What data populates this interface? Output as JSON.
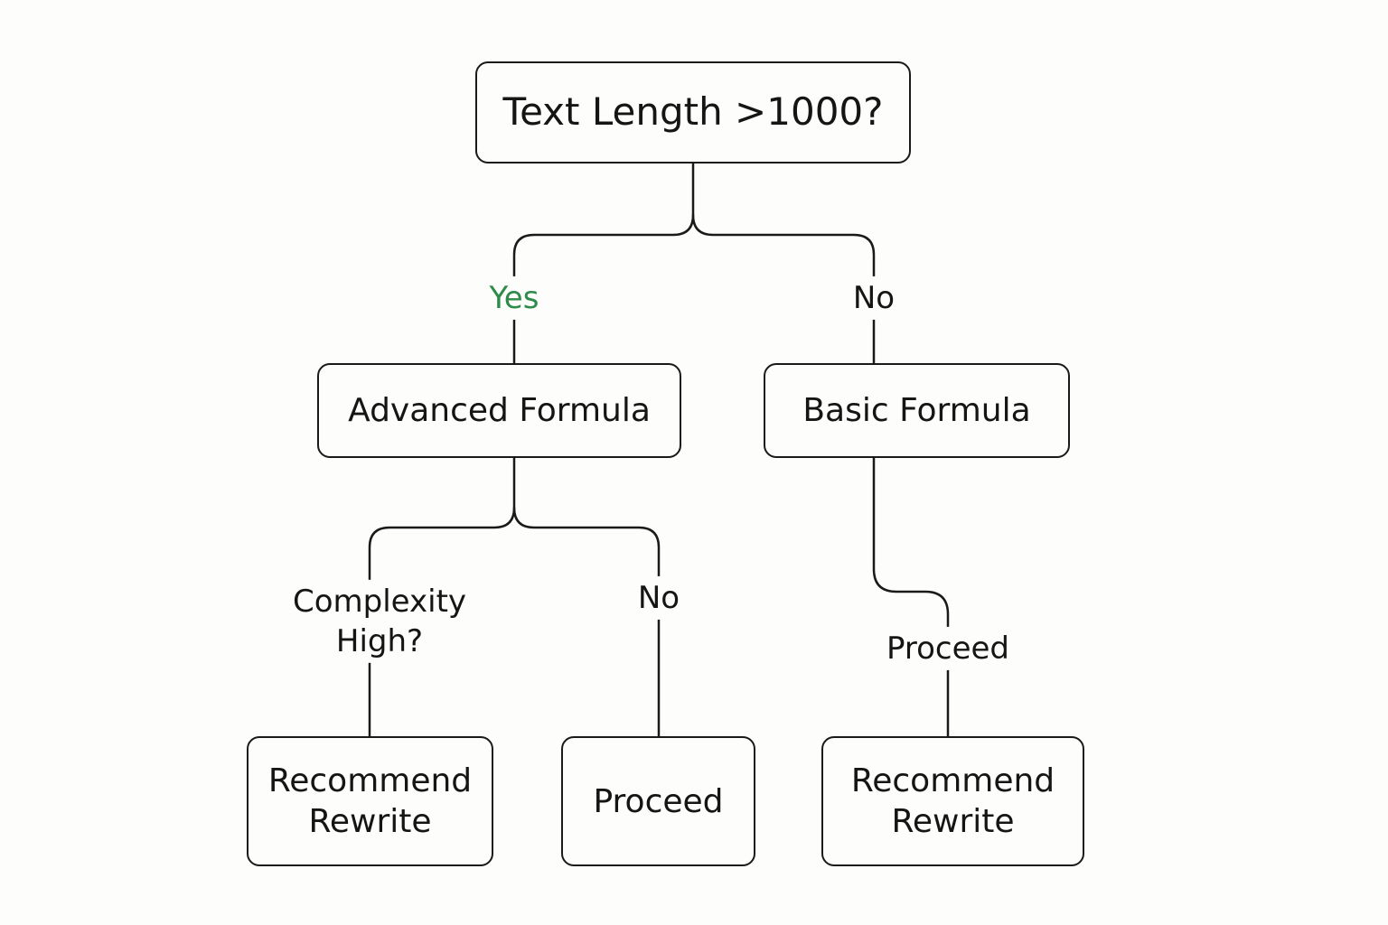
{
  "nodes": {
    "root": "Text Length >1000?",
    "advanced": "Advanced Formula",
    "basic": "Basic Formula",
    "rewrite_left": "Recommend\nRewrite",
    "proceed": "Proceed",
    "rewrite_right": "Recommend\nRewrite"
  },
  "edge_labels": {
    "yes": "Yes",
    "no_top": "No",
    "complexity": "Complexity\nHigh?",
    "no_bottom": "No",
    "proceed": "Proceed"
  },
  "colors": {
    "yes": "#2e8b4a",
    "stroke": "#1a1a1a"
  }
}
